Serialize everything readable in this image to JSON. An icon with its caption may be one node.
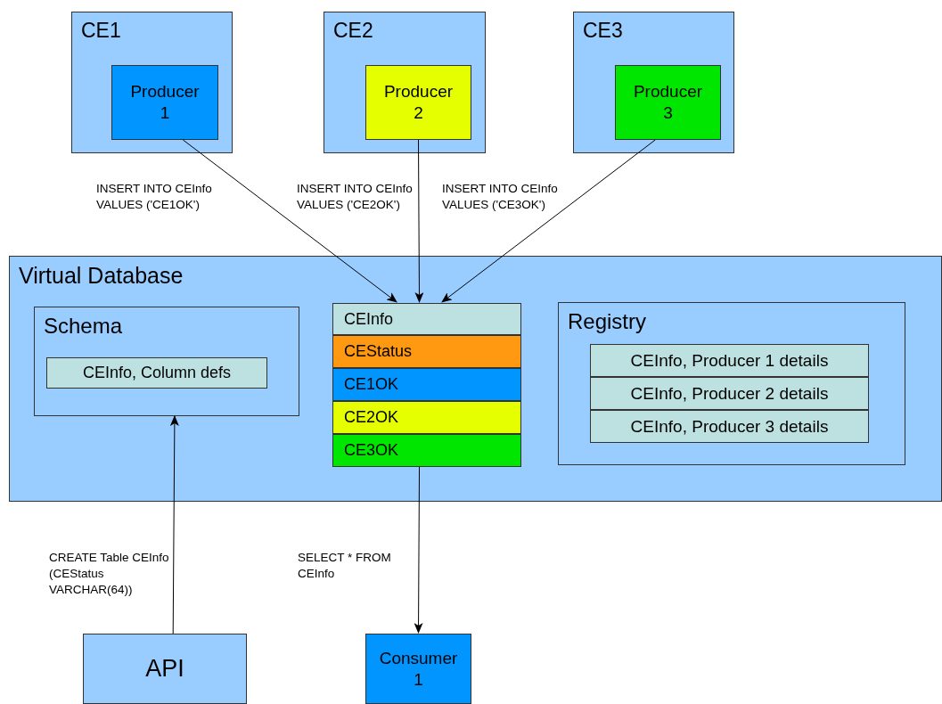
{
  "diagram": {
    "nodes": [
      {
        "text": [
          "CE1"
        ]
      },
      {
        "text": [
          "Producer 1"
        ],
        "in": 0
      },
      {
        "text": [
          "CE2"
        ]
      },
      {
        "text": [
          "Producer 2"
        ],
        "in": 2
      },
      {
        "text": [
          "CE3"
        ]
      },
      {
        "text": [
          "Producer 3"
        ],
        "in": 4
      },
      {
        "text": [
          "Virtual Database"
        ]
      },
      {
        "text": [
          "Schema"
        ],
        "in": 6
      },
      {
        "text": [
          "CEInfo, Column defs"
        ],
        "in": 7
      },
      {
        "text": [
          "CEInfo"
        ],
        "in": 6
      },
      {
        "text": [
          "CEStatus"
        ],
        "in": 6
      },
      {
        "text": [
          "CE1OK"
        ],
        "in": 6
      },
      {
        "text": [
          "CE2OK"
        ],
        "in": 6
      },
      {
        "text": [
          "CE3OK"
        ],
        "in": 6
      },
      {
        "text": [
          "Registry"
        ],
        "in": 6
      },
      {
        "text": [
          "CEInfo, Producer 1 details"
        ],
        "in": 14
      },
      {
        "text": [
          "CEInfo, Producer 2 details"
        ],
        "in": 14
      },
      {
        "text": [
          "CEInfo, Producer 3 details"
        ],
        "in": 14
      },
      {
        "text": [
          "API"
        ]
      },
      {
        "text": [
          "Consumer 1"
        ]
      }
    ],
    "edges": [
      {
        "from": 1,
        "to": 9,
        "arrow": "to",
        "label": "INSERT INTO CEInfo VALUES ('CE1OK')"
      },
      {
        "from": 3,
        "to": 9,
        "arrow": "to",
        "label": "INSERT INTO CEInfo VALUES ('CE2OK')"
      },
      {
        "from": 5,
        "to": 9,
        "arrow": "to",
        "label": "INSERT INTO CEInfo VALUES ('CE3OK')"
      },
      {
        "from": 18,
        "to": 7,
        "arrow": "to",
        "label": "CREATE Table CEInfo (CEStatus VARCHAR(64))"
      },
      {
        "from": 13,
        "to": 19,
        "arrow": "to",
        "label": "SELECT * FROM CEInfo"
      }
    ]
  }
}
